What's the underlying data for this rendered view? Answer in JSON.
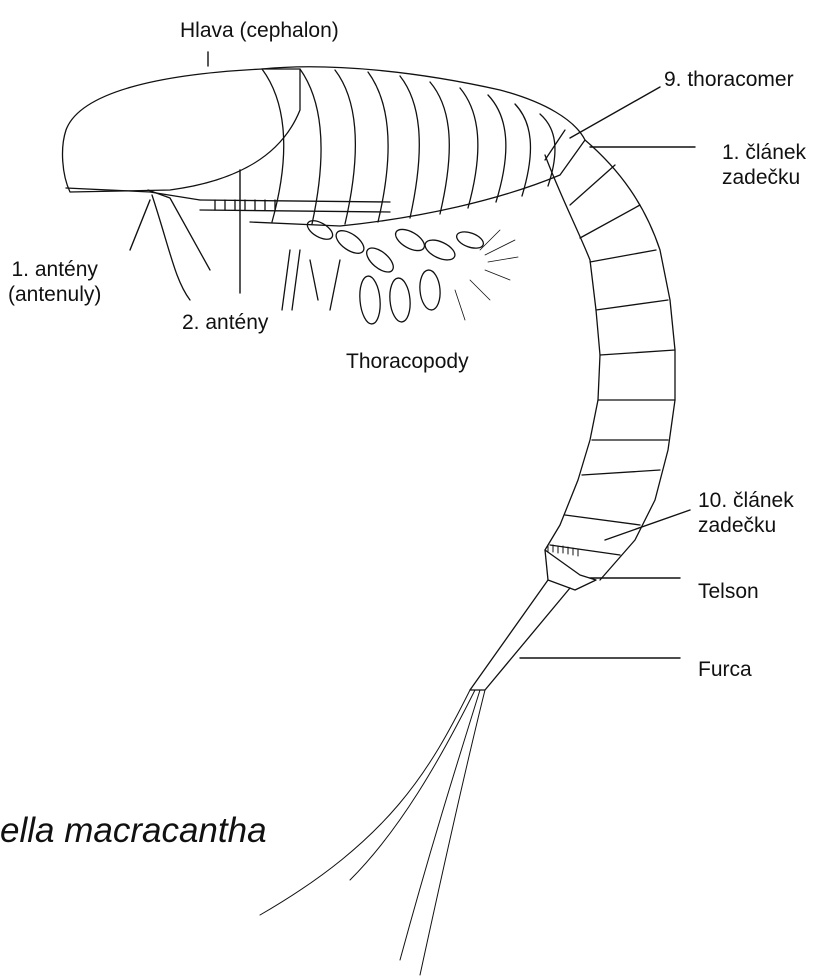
{
  "labels": {
    "head": "Hlava (cephalon)",
    "thoracomer": "9. thoracomer",
    "abd1_line1": "1. článek",
    "abd1_line2": "zadečku",
    "ant1_line1": "1. antény",
    "ant1_line2": "(antenuly)",
    "ant2": "2. antény",
    "thoracopods": "Thoracopody",
    "abd10_line1": "10. článek",
    "abd10_line2": "zadečku",
    "telson": "Telson",
    "furca": "Furca"
  },
  "species_name": "ella macracantha",
  "colors": {
    "ink": "#111111",
    "background": "#ffffff"
  }
}
